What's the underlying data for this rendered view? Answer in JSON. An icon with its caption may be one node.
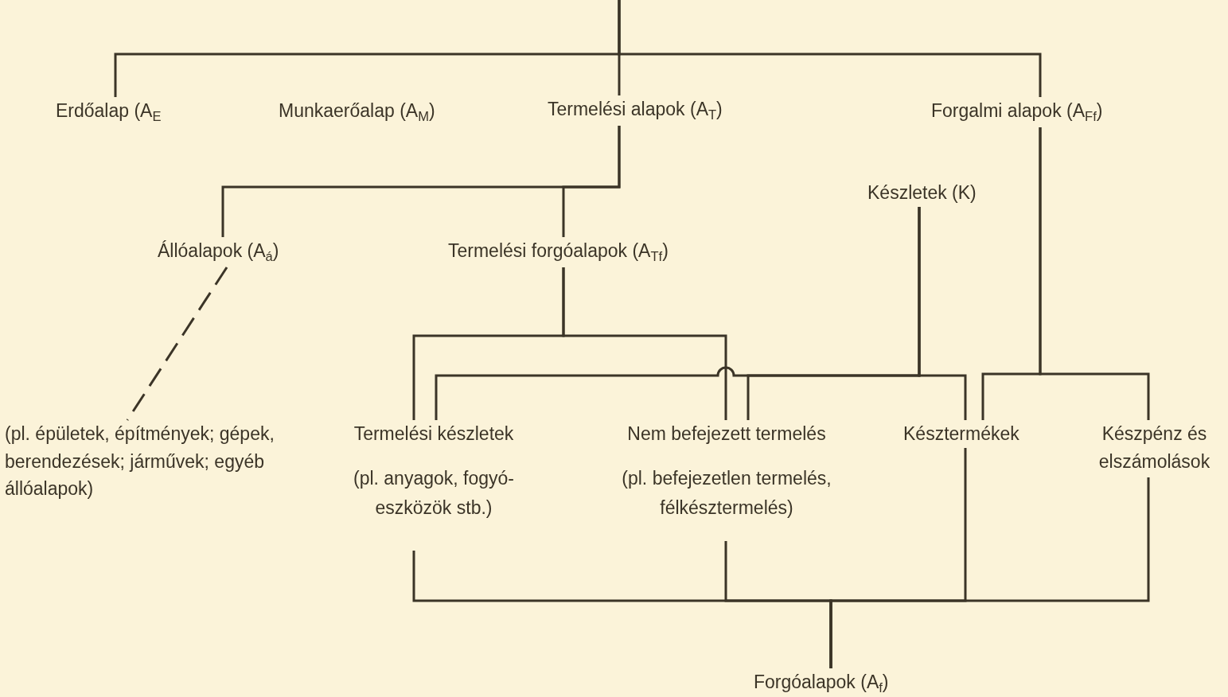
{
  "diagram": {
    "nodes": [
      {
        "text": [
          "Erdőalap (A$_{E}$"
        ]
      },
      {
        "text": [
          "Munkaerőalap (A$_{M}$)"
        ]
      },
      {
        "text": [
          "Termelési alapok (A$_{T}$)"
        ]
      },
      {
        "text": [
          "Forgalmi alapok (A$_{Ff}$)"
        ]
      },
      {
        "text": [
          "Készletek (K)"
        ]
      },
      {
        "text": [
          "Állóalapok (A$_{á}$)"
        ]
      },
      {
        "text": [
          "Termelési forgóalapok (A$_{Tf}$)"
        ]
      },
      {
        "text": [
          "(pl. épületek, építmények; gépek, berendezések; járművek; egyéb állóalapok)"
        ]
      },
      {
        "text": [
          "Termelési készletek"
        ],
        "beside": [
          "(pl. anyagok, fogyó- eszközök stb.)"
        ]
      },
      {
        "text": [
          "Nem befejezett termelés"
        ],
        "beside": [
          "(pl. befejezetlen termelés, félkésztermelés)"
        ]
      },
      {
        "text": [
          "Késztermékek"
        ]
      },
      {
        "text": [
          "Készpénz és elszámolások"
        ]
      },
      {
        "text": [
          "Forgóalapok (A$_{f}$)"
        ]
      }
    ],
    "edges": [
      {
        "from": null,
        "to": 0,
        "arrow": "none"
      },
      {
        "from": null,
        "to": 2,
        "arrow": "none"
      },
      {
        "from": null,
        "to": 3,
        "arrow": "none"
      },
      {
        "from": 2,
        "to": 5,
        "arrow": "none"
      },
      {
        "from": 2,
        "to": 6,
        "arrow": "none"
      },
      {
        "from": 5,
        "to": 7,
        "arrow": "none",
        "style": "dashed"
      },
      {
        "from": 6,
        "to": 8,
        "arrow": "none"
      },
      {
        "from": 6,
        "to": 9,
        "arrow": "none"
      },
      {
        "from": 4,
        "to": 8,
        "arrow": "none"
      },
      {
        "from": 4,
        "to": 9,
        "arrow": "none"
      },
      {
        "from": 4,
        "to": 10,
        "arrow": "none"
      },
      {
        "from": 3,
        "to": 10,
        "arrow": "none"
      },
      {
        "from": 3,
        "to": 11,
        "arrow": "none"
      },
      {
        "from": 8,
        "to": 12,
        "arrow": "none"
      },
      {
        "from": 9,
        "to": 12,
        "arrow": "none"
      },
      {
        "from": 10,
        "to": 12,
        "arrow": "none"
      },
      {
        "from": 11,
        "to": 12,
        "arrow": "none"
      }
    ]
  }
}
